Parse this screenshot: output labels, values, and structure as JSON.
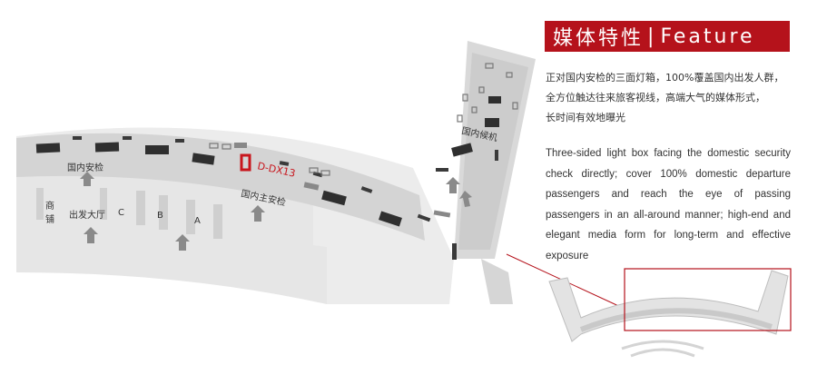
{
  "header": {
    "title_cn": "媒体特性",
    "separator": "|",
    "title_en": "Feature"
  },
  "description": {
    "cn_lines": [
      "正对国内安检的三面灯箱，100%覆盖国内出发人群，",
      "全方位触达往来旅客视线，高端大气的媒体形式，",
      "长时间有效地曝光"
    ],
    "en": "Three-sided light box facing the domestic security check directly; cover 100% domestic departure passengers and reach the eye of passing passengers in an all-around manner; high-end and elegant media form for long-term and effective exposure"
  },
  "map_labels": {
    "security_check": "国内安检",
    "shops": "商铺",
    "departure_hall": "出发大厅",
    "zone_c": "C",
    "zone_b": "B",
    "zone_a": "A",
    "main_security": "国内主安检",
    "domestic_gate": "国内候机",
    "media_code": "D-DX13"
  },
  "colors": {
    "accent": "#b5121b",
    "floor": "#e6e6e6",
    "walkway": "#cfcfcf",
    "lightbox": "#2e2e2e",
    "arrow": "#8a8a8a"
  }
}
